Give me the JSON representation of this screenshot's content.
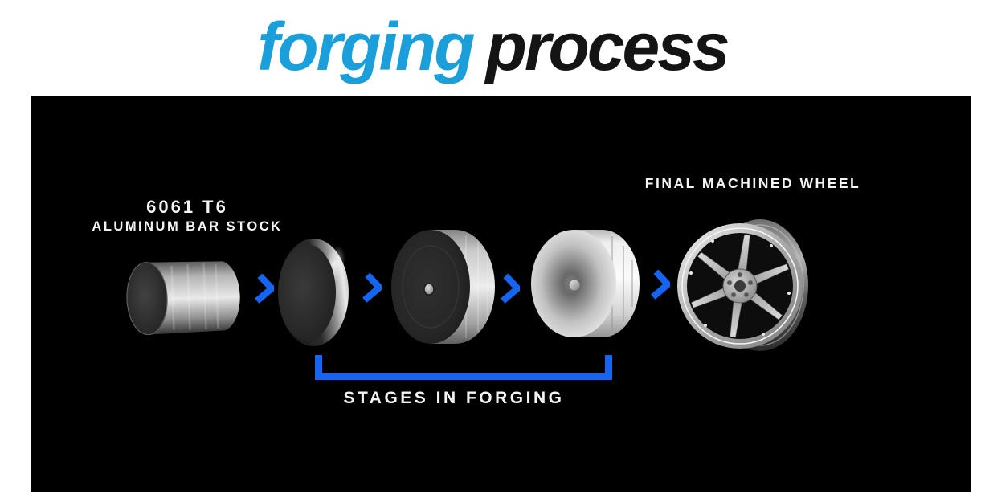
{
  "title": {
    "word1": "forging",
    "word2": "process"
  },
  "labels": {
    "bar_stock_line1": "6061 T6",
    "bar_stock_line2": "ALUMINUM BAR STOCK",
    "final_wheel": "FINAL MACHINED WHEEL",
    "stages": "STAGES IN FORGING"
  },
  "colors": {
    "title_blue": "#1b9fdb",
    "title_black": "#141414",
    "accent_blue": "#1565f2",
    "panel_bg": "#000000",
    "label_white": "#f4f4f4"
  },
  "process_stages": [
    {
      "icon": "aluminum-bar-stock"
    },
    {
      "icon": "forged-round-blank"
    },
    {
      "icon": "forged-disc-blank"
    },
    {
      "icon": "flow-formed-wheel-shell"
    },
    {
      "icon": "final-machined-wheel"
    }
  ],
  "arrow_icon": "chevron-right"
}
